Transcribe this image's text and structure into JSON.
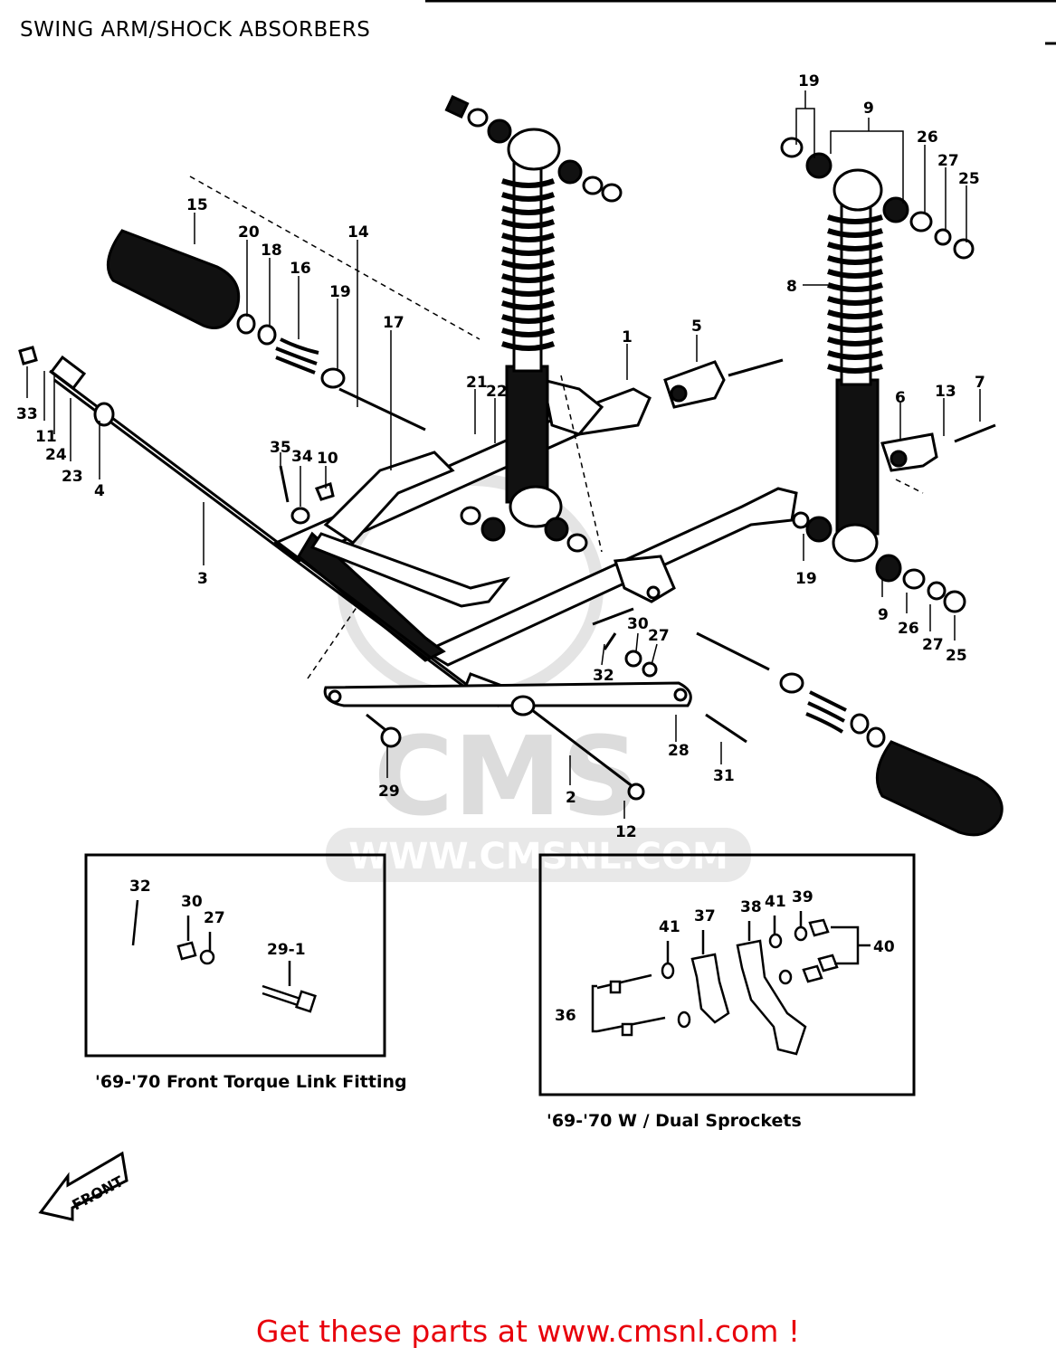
{
  "header": {
    "title": "SWING ARM/SHOCK ABSORBERS"
  },
  "watermark": {
    "logo": "CMS",
    "url": "WWW.CMSNL.COM"
  },
  "parts": {
    "p1": "1",
    "p2": "2",
    "p3": "3",
    "p4": "4",
    "p5": "5",
    "p6": "6",
    "p7": "7",
    "p8": "8",
    "p9a": "9",
    "p9b": "9",
    "p10": "10",
    "p11": "11",
    "p12": "12",
    "p13": "13",
    "p14": "14",
    "p15": "15",
    "p16": "16",
    "p17": "17",
    "p18": "18",
    "p19a": "19",
    "p19b": "19",
    "p19c": "19",
    "p20": "20",
    "p21": "21",
    "p22": "22",
    "p23": "23",
    "p24": "24",
    "p25a": "25",
    "p25b": "25",
    "p26a": "26",
    "p26b": "26",
    "p27a": "27",
    "p27b": "27",
    "p27c": "27",
    "p28": "28",
    "p29": "29",
    "p30": "30",
    "p31": "31",
    "p32": "32",
    "p33": "33",
    "p34": "34",
    "p35": "35"
  },
  "inset_left": {
    "caption": "'69-'70  Front Torque Link Fitting",
    "labels": {
      "p32": "32",
      "p30": "30",
      "p27": "27",
      "p29_1": "29-1"
    }
  },
  "inset_right": {
    "caption": "'69-'70   W / Dual Sprockets",
    "labels": {
      "p36": "36",
      "p37": "37",
      "p38": "38",
      "p39": "39",
      "p40": "40",
      "p41a": "41",
      "p41b": "41"
    }
  },
  "front_arrow": {
    "label": "FRONT"
  },
  "footer": {
    "cta": "Get these parts at www.cmsnl.com !"
  },
  "colors": {
    "cta": "#e8000b",
    "ink": "#000000",
    "watermark": "#dcdcdc"
  }
}
